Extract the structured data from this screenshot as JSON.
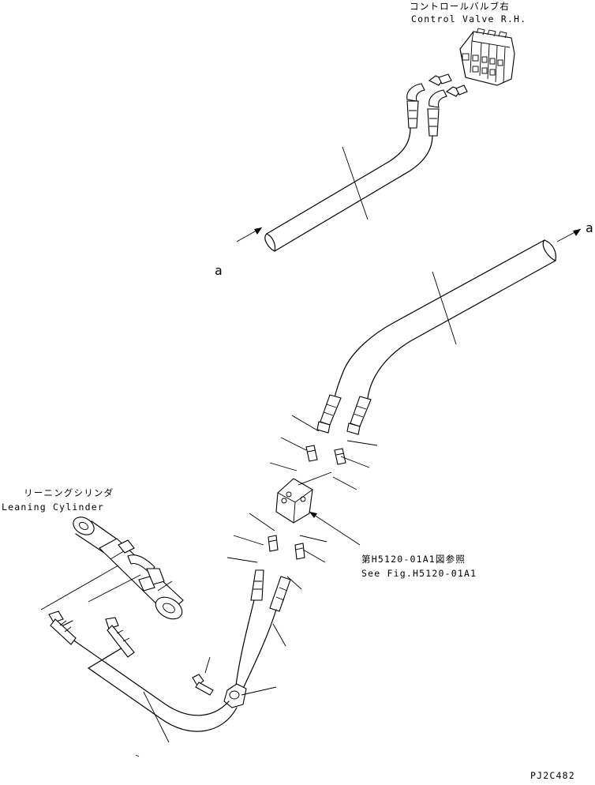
{
  "labels": {
    "control_valve_jp": "コントロールバルブ右",
    "control_valve_en": "Control Valve R.H.",
    "leaning_cylinder_jp": "リーニングシリンダ",
    "leaning_cylinder_en": "Leaning Cylinder",
    "see_fig_jp": "第H5120-01A1図参照",
    "see_fig_en": "See Fig.H5120-01A1",
    "connector_a_left": "a",
    "connector_a_right": "a",
    "drawing_code": "PJ2C482"
  }
}
